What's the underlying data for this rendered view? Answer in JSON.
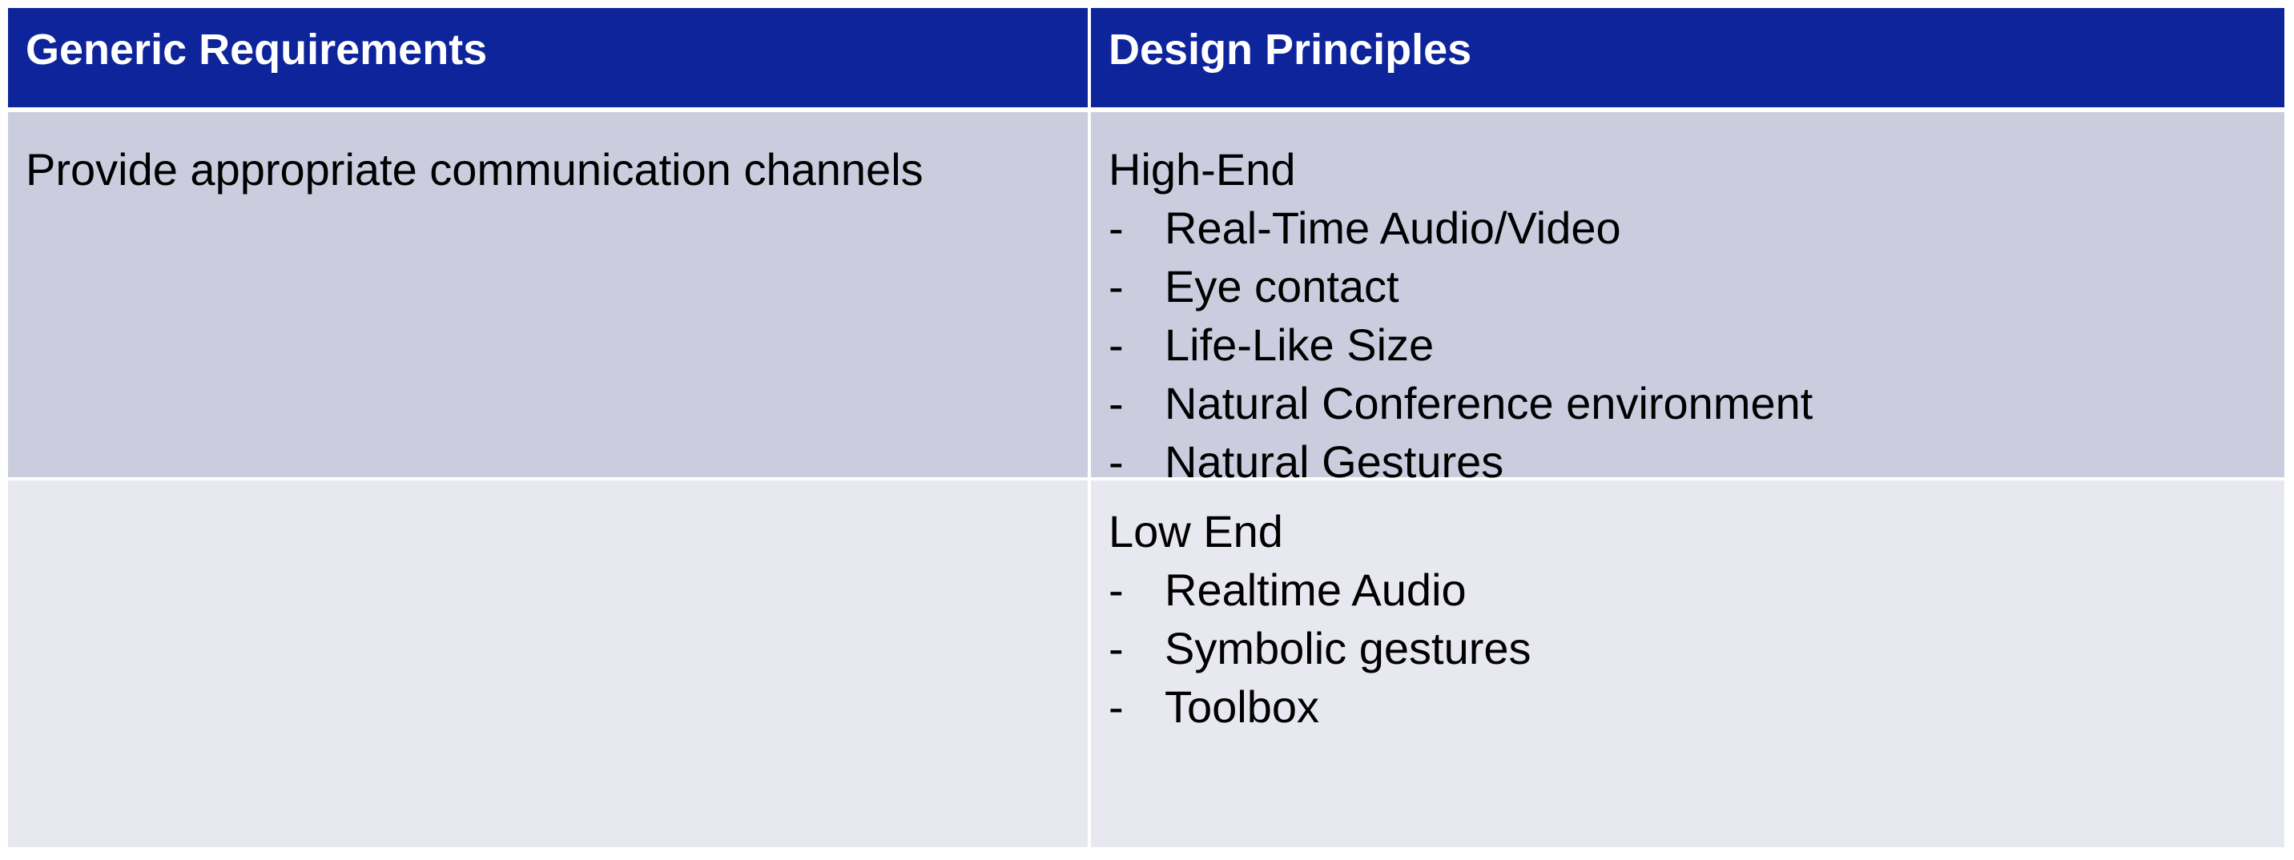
{
  "table": {
    "headers": [
      "Generic Requirements",
      "Design Principles"
    ],
    "rows": [
      {
        "requirement": "Provide appropriate communication channels",
        "principle_title": "High-End",
        "principle_items": [
          "Real-Time Audio/Video",
          "Eye contact",
          "Life-Like Size",
          "Natural Conference environment",
          "Natural Gestures"
        ]
      },
      {
        "requirement": "",
        "principle_title": "Low End",
        "principle_items": [
          "Realtime Audio",
          "Symbolic gestures",
          "Toolbox"
        ]
      }
    ],
    "bullet_marker": "-"
  },
  "colors": {
    "header_bg": "#0e249b",
    "row1_bg": "#cbcddf",
    "row2_bg": "#e7e8f0"
  }
}
